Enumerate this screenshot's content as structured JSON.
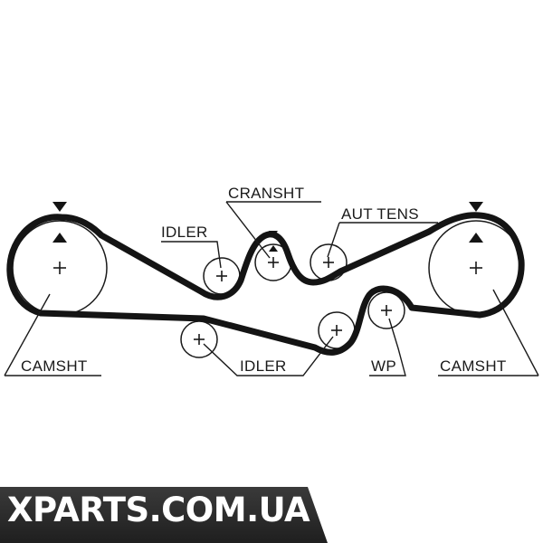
{
  "labels": {
    "camsht_left": "CAMSHT",
    "camsht_right": "CAMSHT",
    "idler_top": "IDLER",
    "idler_bottom": "IDLER",
    "cranksht": "CRANSHT",
    "aut_tens": "AUT TENS",
    "wp": "WP"
  },
  "watermark": "XPARTS.COM.UA",
  "colors": {
    "line": "#141414",
    "background": "#ffffff",
    "watermark_bg": "#2a2a2a",
    "watermark_text": "#ffffff"
  }
}
